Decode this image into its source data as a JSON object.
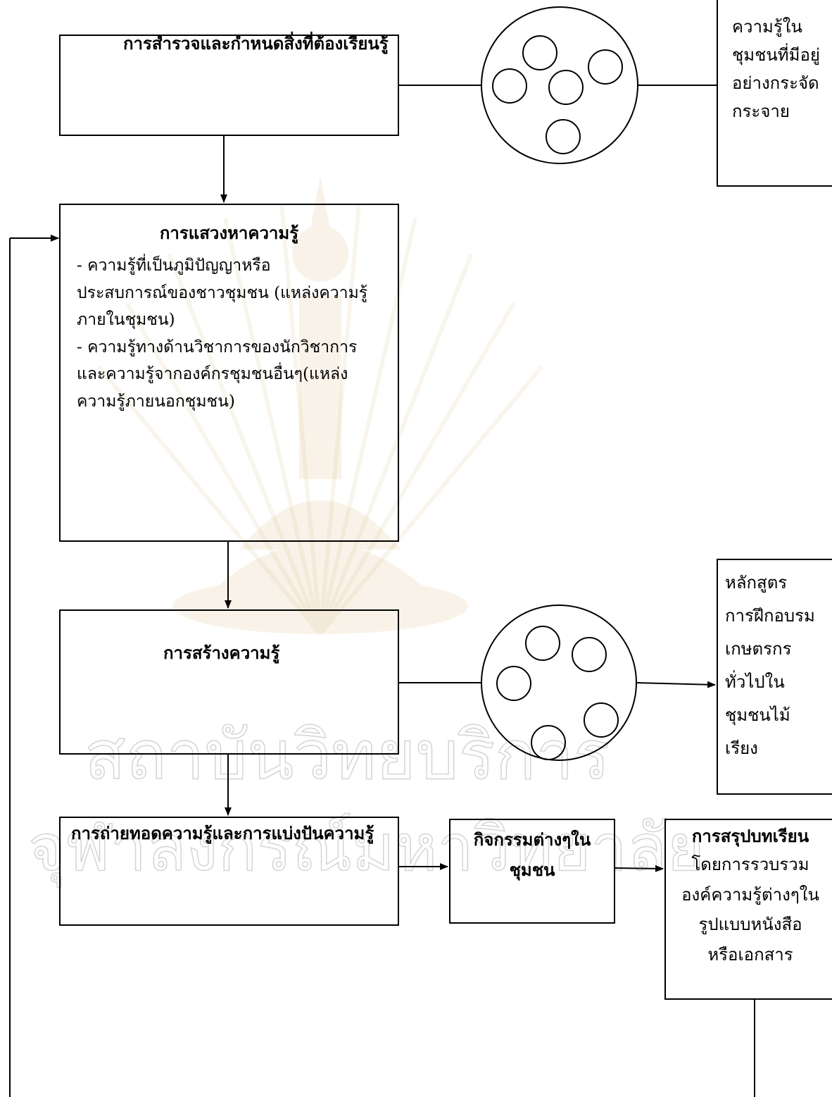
{
  "survey": {
    "title": "การสำรวจและกำหนดสิ่งที่ต้องเรียนรู้"
  },
  "scattered_note": {
    "text": "ความรู้ใน\nชุมชนที่มีอยู่\nอย่างกระจัด\nกระจาย"
  },
  "seek": {
    "title": "การแสวงหาความรู้",
    "body": "- ความรู้ที่เป็นภูมิปัญญาหรือ\nประสบการณ์ของชาวชุมชน (แหล่งความรู้\nภายในชุมชน)\n- ความรู้ทางด้านวิชาการของนักวิชาการ\nและความรู้จากองค์กรชุมชนอื่นๆ(แหล่ง\nความรู้ภายนอกชุมชน)"
  },
  "create": {
    "title": "การสร้างความรู้"
  },
  "curriculum_note": {
    "text": "หลักสูตร\nการฝึกอบรม\nเกษตรกร\nทั่วไปใน\nชุมชนไม้\nเรียง"
  },
  "transfer": {
    "title": "การถ่ายทอดความรู้และการแบ่งปันความรู้"
  },
  "activities": {
    "title": "กิจกรรมต่างๆใน\nชุมชน"
  },
  "lessons": {
    "title": "การสรุปบทเรียน",
    "body": "โดยการรวบรวม\nองค์ความรู้ต่างๆใน\nรูปแบบหนังสือ\nหรือเอกสาร"
  },
  "watermark": {
    "line1": "สถาบันวิทยบริการ",
    "line2": "จุฬาลงกรณ์มหาวิทยาลัย"
  }
}
